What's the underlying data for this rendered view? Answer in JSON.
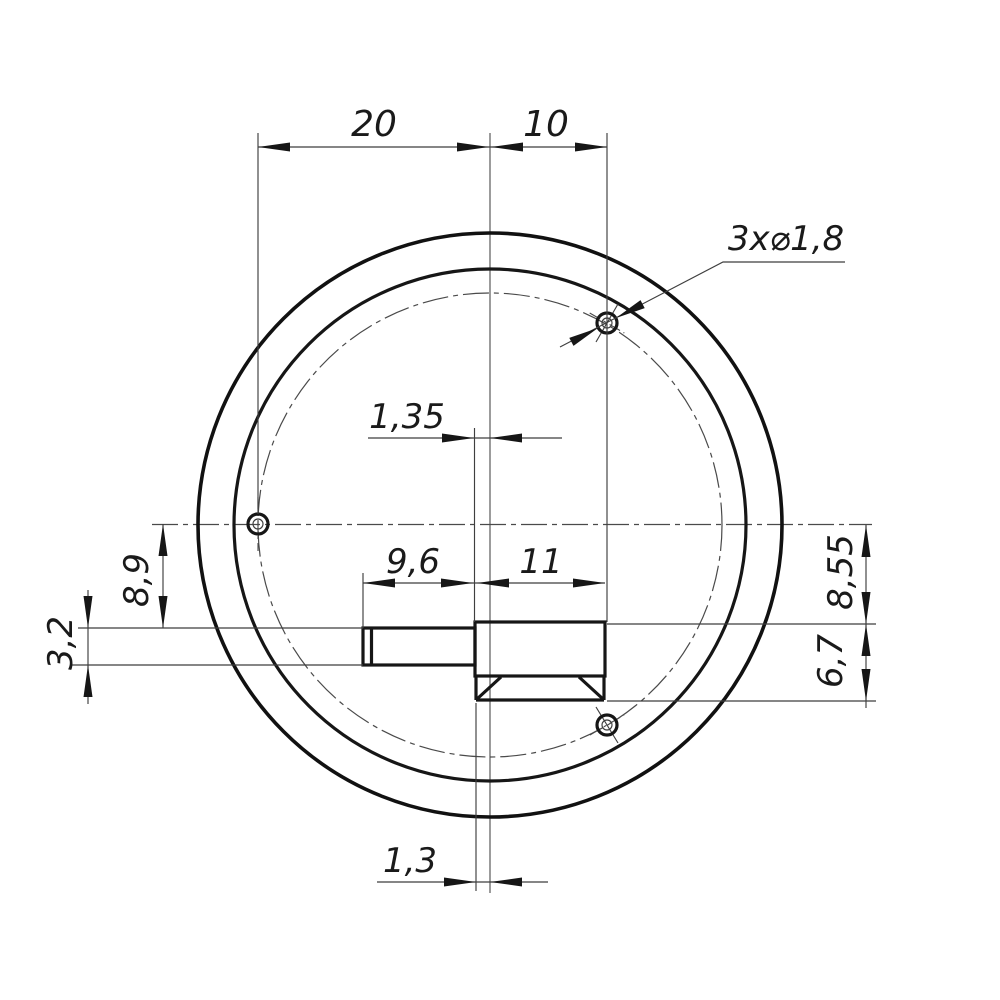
{
  "drawing": {
    "dimensions": {
      "top_left": "20",
      "top_right": "10",
      "center_offset": "1,35",
      "slot_left_width": "9,6",
      "slot_right_width": "11",
      "left_upper": "8,9",
      "left_lower": "3,2",
      "right_upper": "8,55",
      "right_lower": "6,7",
      "bottom_offset": "1,3",
      "holes_note": "3x⌀1,8"
    }
  }
}
